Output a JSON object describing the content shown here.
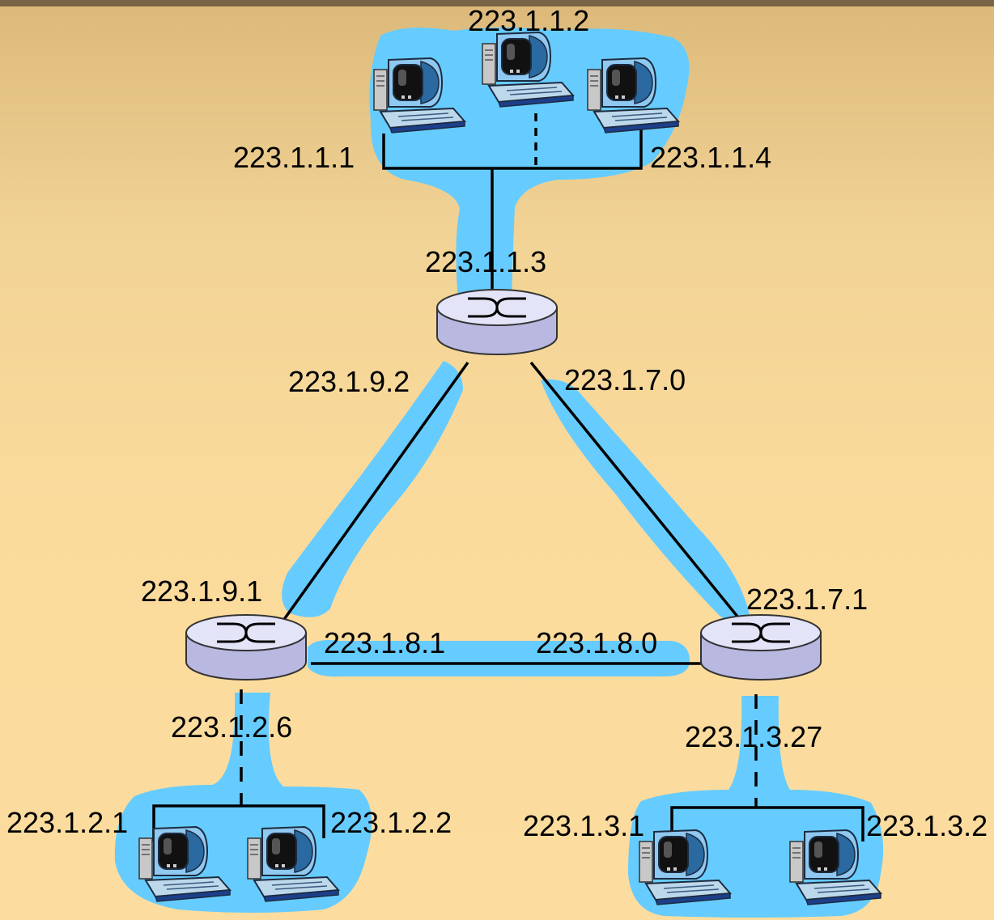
{
  "labels": {
    "h_1_1_2": "223.1.1.2",
    "h_1_1_1": "223.1.1.1",
    "h_1_1_4": "223.1.1.4",
    "r_1_1_3": "223.1.1.3",
    "r_1_9_2": "223.1.9.2",
    "r_1_7_0": "223.1.7.0",
    "r_1_9_1": "223.1.9.1",
    "r_1_7_1": "223.1.7.1",
    "r_1_8_1": "223.1.8.1",
    "r_1_8_0": "223.1.8.0",
    "r_1_2_6": "223.1.2.6",
    "r_1_3_27": "223.1.3.27",
    "h_1_2_1": "223.1.2.1",
    "h_1_2_2": "223.1.2.2",
    "h_1_3_1": "223.1.3.1",
    "h_1_3_2": "223.1.3.2"
  },
  "colors": {
    "subnet": "#66ccff",
    "router_top": "#e4e4f8",
    "router_side": "#b8b8e0",
    "link": "#000000",
    "monitor_body": "#8fc8f0",
    "monitor_screen": "#111111"
  },
  "icons": [
    "router-icon",
    "host-computer-icon"
  ]
}
